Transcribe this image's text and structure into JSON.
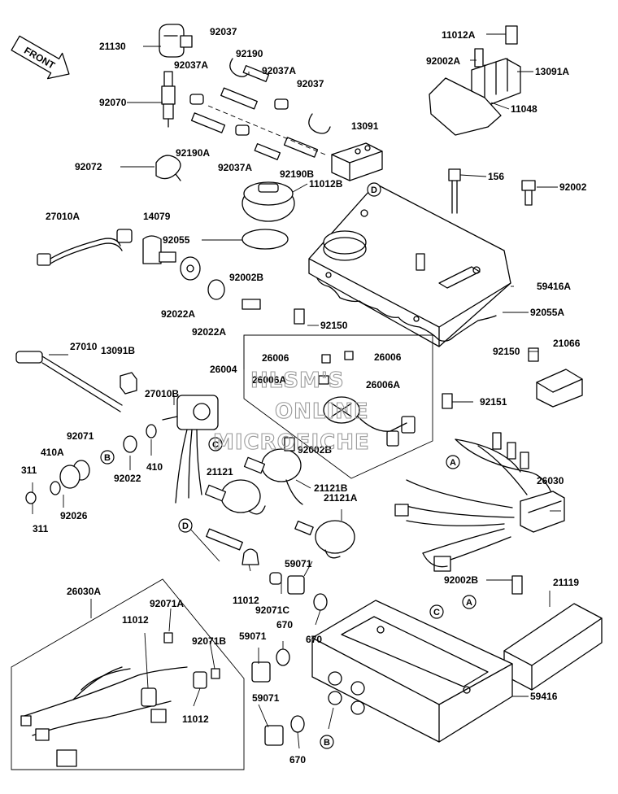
{
  "front_label": "FRONT",
  "watermark_lines": [
    "HLSM'S",
    "ONLINE",
    "MICROFICHE"
  ],
  "labels": {
    "p21130": "21130",
    "p92037_top": "92037",
    "p92190": "92190",
    "p92037A_1": "92037A",
    "p92037A_2": "92037A",
    "p92037_r": "92037",
    "p92070": "92070",
    "p92190A": "92190A",
    "p92037A_3": "92037A",
    "p92190B": "92190B",
    "p13091": "13091",
    "p92072": "92072",
    "p11012A": "11012A",
    "p92002A": "92002A",
    "p13091A": "13091A",
    "p11048": "11048",
    "p156": "156",
    "p92002": "92002",
    "p11012B": "11012B",
    "p27010A": "27010A",
    "p14079": "14079",
    "p92055": "92055",
    "p59416A": "59416A",
    "p92002B_1": "92002B",
    "p92022A_1": "92022A",
    "p92022A_2": "92022A",
    "p92055A": "92055A",
    "p92150_1": "92150",
    "p92150_2": "92150",
    "p21066": "21066",
    "p27010": "27010",
    "p13091B": "13091B",
    "p26004": "26004",
    "p26006_1": "26006",
    "p26006_2": "26006",
    "p26006A_1": "26006A",
    "p26006A_2": "26006A",
    "p92151": "92151",
    "p27010B": "27010B",
    "p92071": "92071",
    "p410A": "410A",
    "p311_1": "311",
    "p311_2": "311",
    "p92026": "92026",
    "p92022": "92022",
    "p410": "410",
    "p92002B_2": "92002B",
    "p21121": "21121",
    "p21121B": "21121B",
    "p21121A": "21121A",
    "p26030": "26030",
    "p59071_1": "59071",
    "p11012_1": "11012",
    "p92071C": "92071C",
    "p92002B_3": "92002B",
    "p21119": "21119",
    "p26030A": "26030A",
    "p92071A": "92071A",
    "p11012_2": "11012",
    "p92071B": "92071B",
    "p670_1": "670",
    "p670_2": "670",
    "p670_3": "670",
    "p59071_2": "59071",
    "p59071_3": "59071",
    "p59416": "59416",
    "p11012_3": "11012"
  },
  "callouts": {
    "A": "A",
    "B": "B",
    "C": "C",
    "D": "D"
  }
}
